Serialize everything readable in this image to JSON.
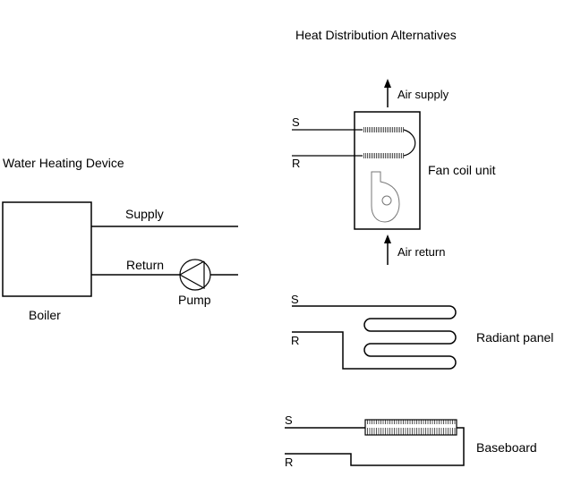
{
  "left": {
    "title": "Water Heating Device",
    "boiler_label": "Boiler",
    "supply_label": "Supply",
    "return_label": "Return",
    "pump_label": "Pump"
  },
  "right": {
    "title": "Heat Distribution Alternatives",
    "fan_coil": {
      "label": "Fan coil unit",
      "air_supply": "Air supply",
      "air_return": "Air return",
      "s": "S",
      "r": "R"
    },
    "radiant_panel": {
      "label": "Radiant panel",
      "s": "S",
      "r": "R"
    },
    "baseboard": {
      "label": "Baseboard",
      "s": "S",
      "r": "R"
    }
  },
  "colors": {
    "line": "#000000",
    "coil": "#555555",
    "fan": "#777777"
  }
}
